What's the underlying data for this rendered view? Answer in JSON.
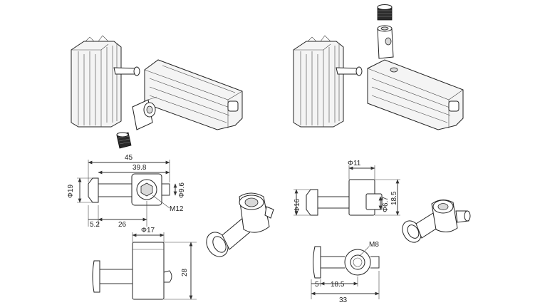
{
  "left_set": {
    "top_dims": {
      "d45": "45",
      "d398": "39.8",
      "phi19": "Φ19",
      "phi96": "Φ9.6",
      "m12": "M12",
      "d52": "5.2",
      "d26": "26"
    },
    "bottom_dims": {
      "phi17": "Φ17",
      "d28": "28"
    }
  },
  "right_set": {
    "top_dims": {
      "phi11": "Φ11",
      "phi16": "Φ16",
      "phi67": "Φ6.7",
      "d185v": "18.5"
    },
    "bottom_dims": {
      "m8": "M8",
      "d5": "5",
      "d185h": "18.5",
      "d33": "33"
    }
  }
}
